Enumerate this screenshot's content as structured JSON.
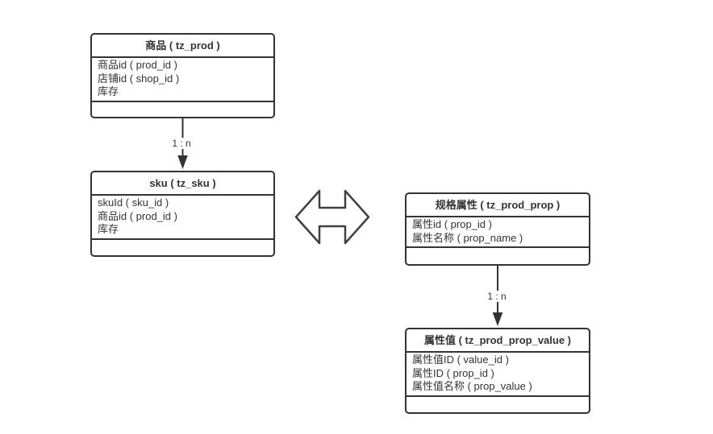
{
  "diagram": {
    "background_color": "#ffffff",
    "stroke_color": "#333333",
    "text_color": "#333333",
    "entities": [
      {
        "id": "prod",
        "title": "商品 ( tz_prod )",
        "fields": [
          "商品id ( prod_id )",
          "店铺id ( shop_id )",
          "库存"
        ]
      },
      {
        "id": "sku",
        "title": "sku ( tz_sku )",
        "fields": [
          "skuId ( sku_id )",
          "商品id ( prod_id )",
          "库存"
        ]
      },
      {
        "id": "prod_prop",
        "title": "规格属性 ( tz_prod_prop )",
        "fields": [
          "属性id ( prop_id )",
          "属性名称 ( prop_name )"
        ]
      },
      {
        "id": "prop_value",
        "title": "属性值 ( tz_prod_prop_value )",
        "fields": [
          "属性值ID ( value_id )",
          "属性ID ( prop_id )",
          "属性值名称 ( prop_value )"
        ]
      }
    ],
    "connectors": [
      {
        "from": "商品 ( tz_prod )",
        "to": "sku ( tz_sku )",
        "label": "1 : n"
      },
      {
        "from": "规格属性 ( tz_prod_prop )",
        "to": "属性值 ( tz_prod_prop_value )",
        "label": "1 : n"
      }
    ],
    "relation_icon": "double-headed-horizontal-arrow",
    "relation_icon_color": "#404040"
  }
}
